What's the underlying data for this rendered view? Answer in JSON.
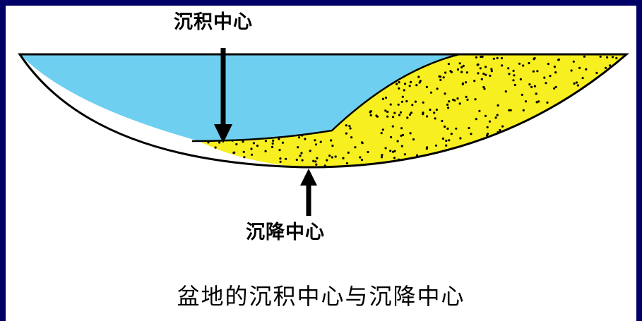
{
  "labels": {
    "deposition_center": "沉积中心",
    "subsidence_center": "沉降中心"
  },
  "caption": "盆地的沉积中心与沉降中心",
  "colors": {
    "background": "#000066",
    "water": "#6ecff0",
    "sediment": "#f7ef1f",
    "outline": "#000000"
  }
}
